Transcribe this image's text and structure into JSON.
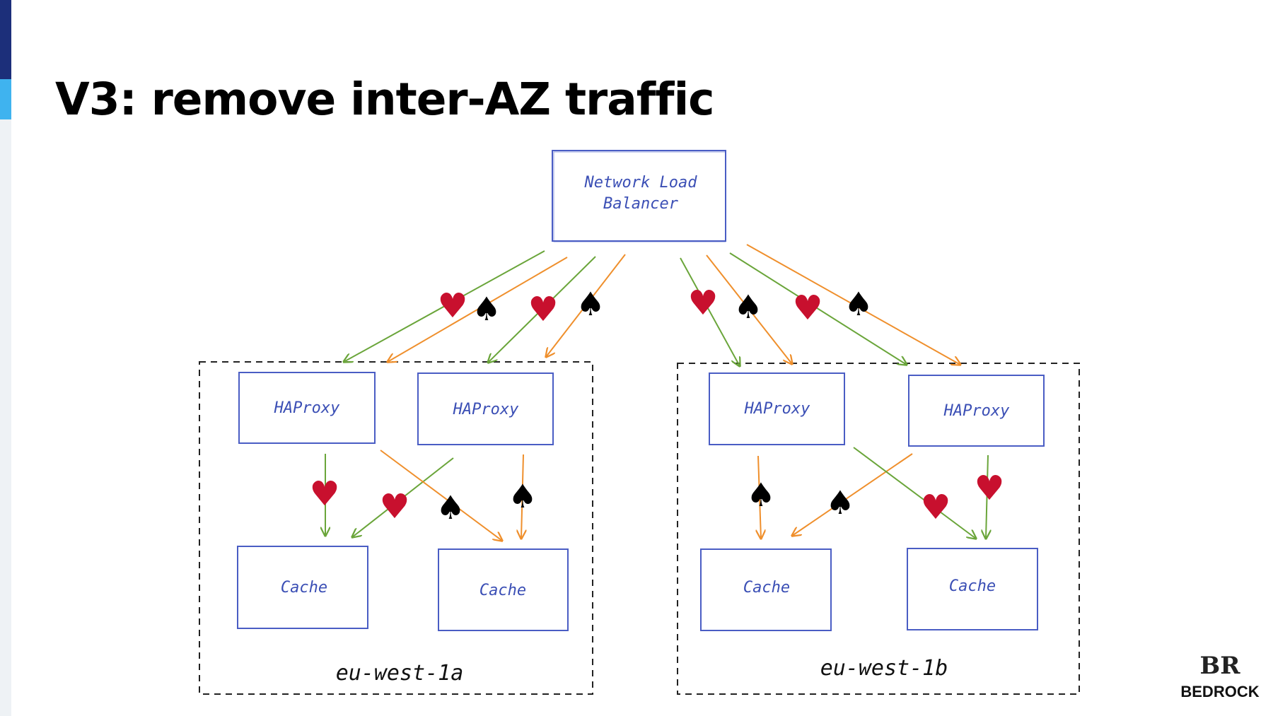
{
  "slide": {
    "title": "V3: remove inter-AZ traffic"
  },
  "colors": {
    "box_stroke": "#4a5dc4",
    "box_text": "#3b4fb5",
    "health_check_arrow": "#6aa53a",
    "traffic_arrow": "#ef8f2c",
    "heart": "#c8102e",
    "spade": "#000000",
    "accent_dark": "#1c2f7a",
    "accent_light": "#3fb3ef"
  },
  "diagram": {
    "load_balancer": {
      "line1": "Network Load",
      "line2": "Balancer"
    },
    "zones": [
      {
        "label": "eu-west-1a",
        "haproxy": [
          "HAProxy",
          "HAProxy"
        ],
        "cache": [
          "Cache",
          "Cache"
        ]
      },
      {
        "label": "eu-west-1b",
        "haproxy": [
          "HAProxy",
          "HAProxy"
        ],
        "cache": [
          "Cache",
          "Cache"
        ]
      }
    ],
    "symbols": {
      "heart": "♥",
      "spade": "♠"
    }
  },
  "logo": {
    "mark": "BR",
    "name": "BEDROCK"
  }
}
